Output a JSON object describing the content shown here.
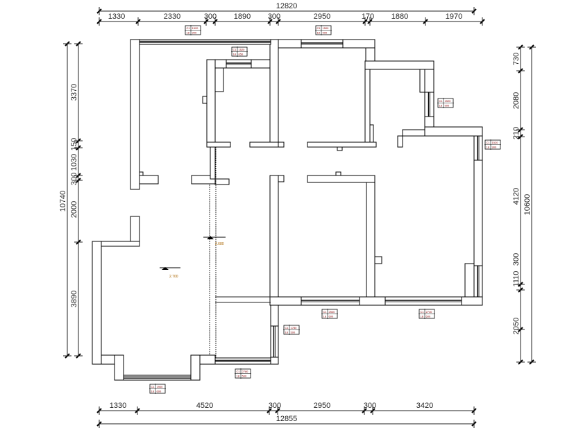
{
  "dimensions": {
    "top_total": "12820",
    "top": [
      "1330",
      "2330",
      "300",
      "1890",
      "300",
      "2950",
      "170",
      "1880",
      "1970"
    ],
    "bottom": [
      "1330",
      "4520",
      "300",
      "2950",
      "300",
      "3420"
    ],
    "bottom_total": "12855",
    "left": [
      "3370",
      "150",
      "1030",
      "300",
      "2000",
      "3890"
    ],
    "left_total": "10740",
    "right": [
      "730",
      "2080",
      "210",
      "4120",
      "300",
      "1110",
      "2050"
    ],
    "right_total": "10600"
  },
  "elevations": [
    "2.700",
    "2.680"
  ],
  "window_tags": [
    {
      "code": "C1",
      "w": "1520",
      "h_code": "18",
      "h": "900"
    },
    {
      "code": "C1",
      "w": "1500",
      "h_code": "18",
      "h": "900"
    },
    {
      "code": "C1",
      "w": "1520",
      "h_code": "18",
      "h": "650"
    },
    {
      "code": "C1",
      "w": "1520",
      "h_code": "18",
      "h": "900"
    },
    {
      "code": "C1",
      "w": "1520",
      "h_code": "18",
      "h": "900"
    },
    {
      "code": "C1",
      "w": "2540",
      "h_code": "18",
      "h": "600"
    },
    {
      "code": "C1",
      "w": "2740",
      "h_code": "18",
      "h": "600"
    },
    {
      "code": "C1",
      "w": "1780",
      "h_code": "18",
      "h": "500"
    },
    {
      "code": "C1",
      "w": "2780",
      "h_code": "18",
      "h": "500"
    },
    {
      "code": "C1",
      "w": "1900",
      "h_code": "18",
      "h": "600"
    }
  ]
}
